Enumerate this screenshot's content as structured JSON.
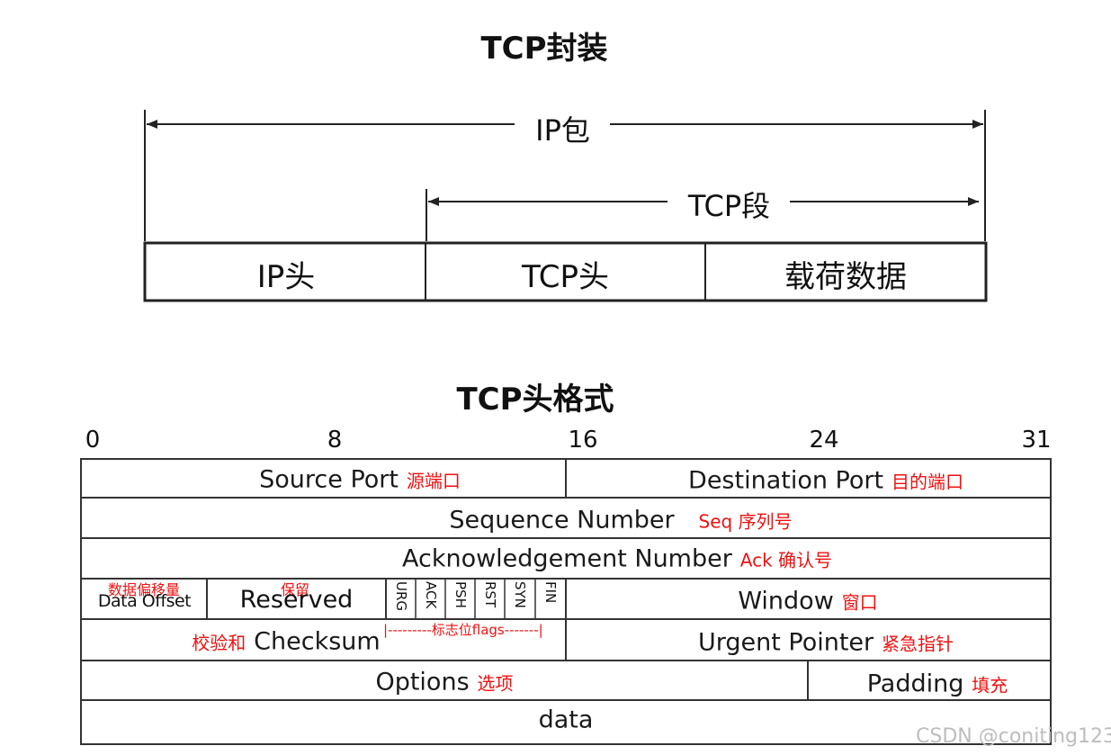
{
  "encapsulation": {
    "title": "TCP封装",
    "ip_packet_label": "IP包",
    "tcp_segment_label": "TCP段",
    "boxes": [
      "IP头",
      "TCP头",
      "载荷数据"
    ]
  },
  "header_format": {
    "title": "TCP头格式",
    "bit_labels": [
      "0",
      "8",
      "16",
      "24",
      "31"
    ],
    "rows": {
      "source_port": {
        "en": "Source Port",
        "zh": "源端口"
      },
      "destination_port": {
        "en": "Destination Port",
        "zh": "目的端口"
      },
      "sequence_number": {
        "en": "Sequence Number",
        "zh": "Seq 序列号"
      },
      "ack_number": {
        "en": "Acknowledgement Number",
        "zh": "Ack 确认号"
      },
      "data_offset": {
        "en": "Data Offset",
        "zh": "数据偏移量"
      },
      "reserved": {
        "en": "Reserved",
        "zh": "保留"
      },
      "flags": [
        "URG",
        "ACK",
        "PSH",
        "RST",
        "SYN",
        "FIN"
      ],
      "flags_note": "|---------标志位flags-------|",
      "window": {
        "en": "Window",
        "zh": "窗口"
      },
      "checksum": {
        "en": "Checksum",
        "zh": "校验和"
      },
      "urgent_pointer": {
        "en": "Urgent Pointer",
        "zh": "紧急指针"
      },
      "options": {
        "en": "Options",
        "zh": "选项"
      },
      "padding": {
        "en": "Padding",
        "zh": "填充"
      },
      "data": "data"
    }
  },
  "watermark": "CSDN @coniting123",
  "colors": {
    "annotation_red": "#e11111",
    "border": "#222222"
  }
}
